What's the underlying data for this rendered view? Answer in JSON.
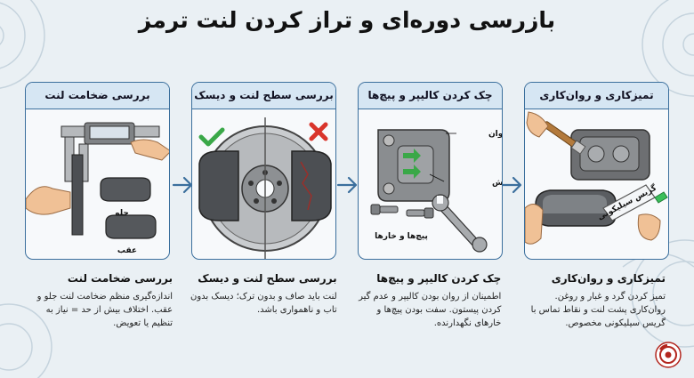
{
  "title": "بازرسی دوره‌ای و تراز کردن لنت ترمز",
  "panels": [
    {
      "header": "تمیزکاری و روان‌کاری",
      "art_label_tube": "گریس سیلیکونی",
      "desc_title": "تمیزکاری و روان‌کاری",
      "desc_body": "تمیز کردن گرد و غبار و روغن. روان‌کاری پشت لنت و نقاط تماس با گریس سیلیکونی مخصوص."
    },
    {
      "header": "چک کردن کالیپر و پیچ‌ها",
      "art_label_caliper": "کالیپر روان",
      "art_label_piston": "پیستون/بوش",
      "art_label_bolts": "پیچ‌ها و خارها",
      "desc_title": "چک کردن کالیپر و پیچ‌ها",
      "desc_body": "اطمینان از روان بودن کالیپر و عدم گیر کردن پیستون. سفت بودن پیچ‌ها و خارهای نگهدارنده."
    },
    {
      "header": "بررسی سطح لنت و دیسک",
      "desc_title": "بررسی سطح لنت و دیسک",
      "desc_body": "لنت باید صاف و بدون ترک؛ دیسک بدون تاب و ناهمواری باشد."
    },
    {
      "header": "بررسی ضخامت لنت",
      "art_label_front": "جلو",
      "art_label_rear": "عقب",
      "desc_title": "بررسی ضخامت لنت",
      "desc_body": "اندازه‌گیری منظم ضخامت لنت جلو و عقب. اختلاف بیش از حد = نیاز به تنظیم یا تعویض."
    }
  ],
  "icons": {
    "ok": "check-icon",
    "bad": "cross-icon",
    "arrow": "arrow-right-icon",
    "logo": "brake-disc-logo-icon"
  },
  "colors": {
    "border": "#3b6f9d",
    "header_bg": "#d6e6f3",
    "ok": "#3aa848",
    "bad": "#d9342b",
    "grease": "#3bbf5a"
  }
}
